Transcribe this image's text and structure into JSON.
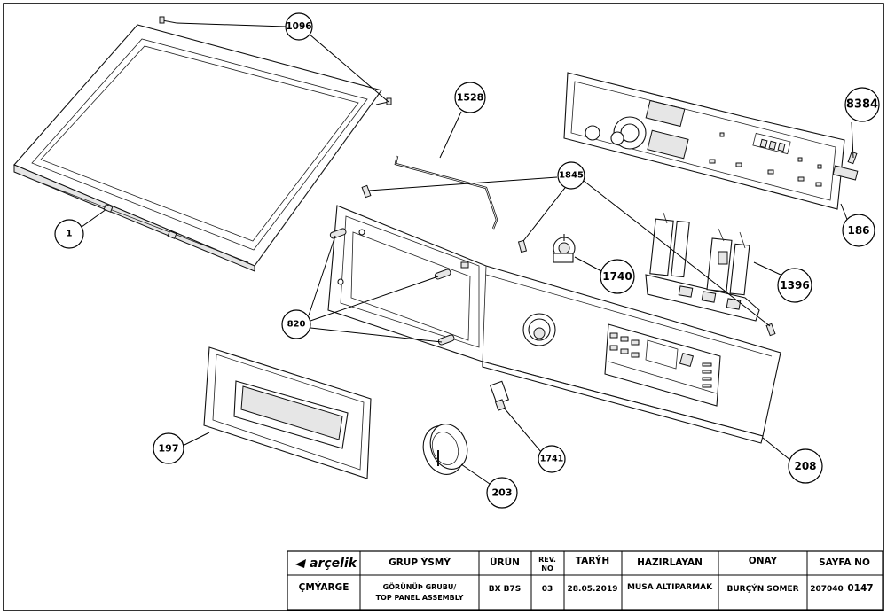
{
  "part_labels": {
    "lid": "1",
    "lid_screws": "1096",
    "wire_rod": "1528",
    "pcb_screw": "8384",
    "screws": "1845",
    "pcb_board": "186",
    "selector": "1740",
    "button_holder": "1396",
    "hinges": "820",
    "drawer": "197",
    "knob": "203",
    "shaft": "1741",
    "control_panel": "208"
  },
  "title_block": {
    "logo": "arçelik",
    "col_group": "GRUP ÝSMÝ",
    "col_product": "ÜRÜN",
    "col_rev_line1": "REV.",
    "col_rev_line2": "NO",
    "col_date": "TARÝH",
    "col_prepared": "HAZIRLAYAN",
    "col_approval": "ONAY",
    "col_page": "SAYFA NO",
    "row_label": "ÇMÝARGE",
    "group_line1": "GÖRÜNÜÞ GRUBU/",
    "group_line2": "TOP PANEL ASSEMBLY",
    "product": "BX B7S",
    "rev": "03",
    "date": "28.05.2019",
    "prepared_by": "MUSA ALTIPARMAK",
    "approved_by": "BURÇÝN SOMER",
    "page_prefix": "207040",
    "page_number": "0147"
  }
}
